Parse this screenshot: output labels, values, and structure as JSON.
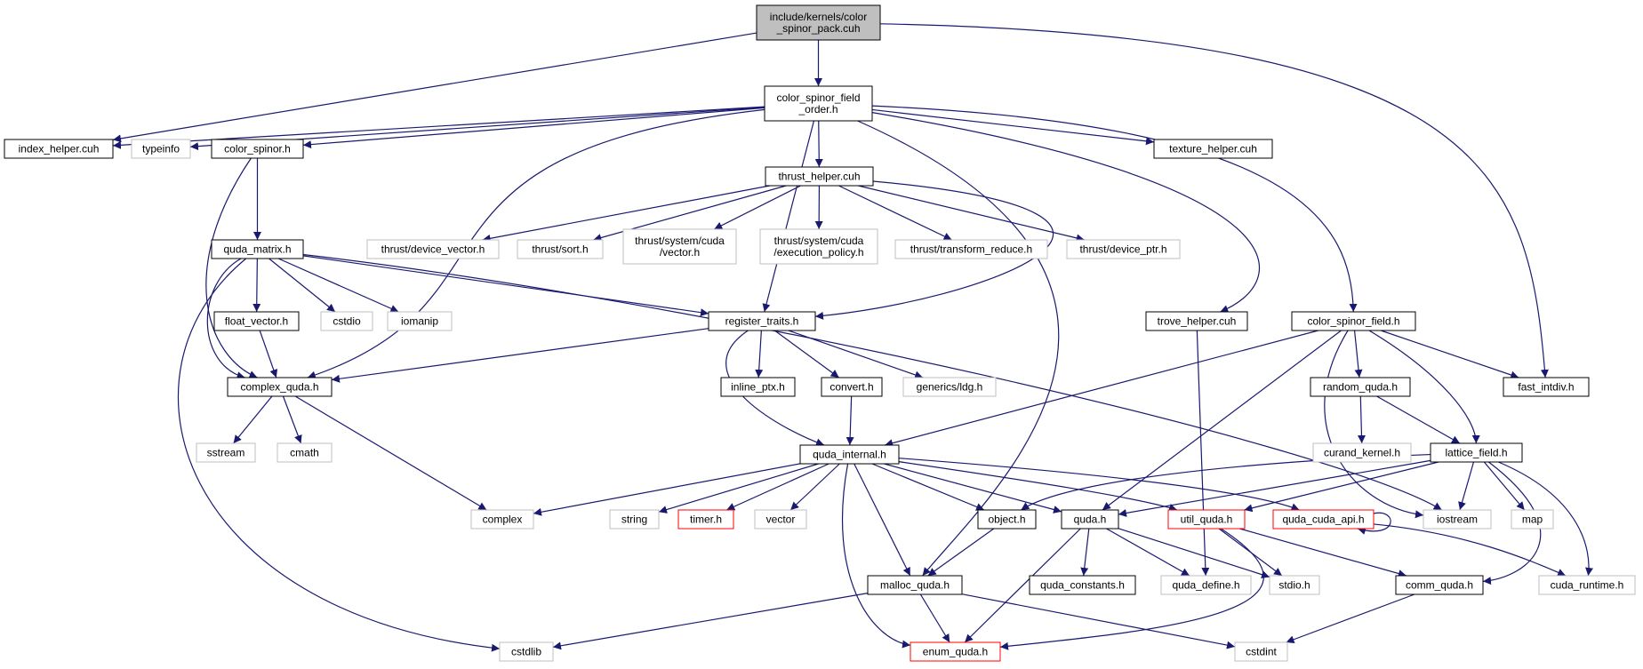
{
  "graph": {
    "colors": {
      "edge": "#191970",
      "border_normal": "#000000",
      "border_external": "#bfbfbf",
      "border_truncated": "#ff0000",
      "fill_root": "#bfbfbf",
      "fill_default": "#ffffff"
    },
    "nodes": [
      {
        "id": "root",
        "lines": [
          "include/kernels/color",
          "_spinor_pack.cuh"
        ],
        "kind": "root"
      },
      {
        "id": "csfo",
        "lines": [
          "color_spinor_field",
          "_order.h"
        ],
        "kind": "normal"
      },
      {
        "id": "index_helper",
        "lines": [
          "index_helper.cuh"
        ],
        "kind": "normal"
      },
      {
        "id": "typeinfo",
        "lines": [
          "typeinfo"
        ],
        "kind": "external"
      },
      {
        "id": "color_spinor",
        "lines": [
          "color_spinor.h"
        ],
        "kind": "normal"
      },
      {
        "id": "thrust_helper",
        "lines": [
          "thrust_helper.cuh"
        ],
        "kind": "normal"
      },
      {
        "id": "texture_helper",
        "lines": [
          "texture_helper.cuh"
        ],
        "kind": "normal"
      },
      {
        "id": "quda_matrix",
        "lines": [
          "quda_matrix.h"
        ],
        "kind": "normal"
      },
      {
        "id": "t_devvec",
        "lines": [
          "thrust/device_vector.h"
        ],
        "kind": "external"
      },
      {
        "id": "t_sort",
        "lines": [
          "thrust/sort.h"
        ],
        "kind": "external"
      },
      {
        "id": "t_cudavec",
        "lines": [
          "thrust/system/cuda",
          "/vector.h"
        ],
        "kind": "external"
      },
      {
        "id": "t_exec",
        "lines": [
          "thrust/system/cuda",
          "/execution_policy.h"
        ],
        "kind": "external"
      },
      {
        "id": "t_transform",
        "lines": [
          "thrust/transform_reduce.h"
        ],
        "kind": "external"
      },
      {
        "id": "t_devptr",
        "lines": [
          "thrust/device_ptr.h"
        ],
        "kind": "external"
      },
      {
        "id": "float_vector",
        "lines": [
          "float_vector.h"
        ],
        "kind": "normal"
      },
      {
        "id": "cstdio",
        "lines": [
          "cstdio"
        ],
        "kind": "external"
      },
      {
        "id": "iomanip",
        "lines": [
          "iomanip"
        ],
        "kind": "external"
      },
      {
        "id": "register_traits",
        "lines": [
          "register_traits.h"
        ],
        "kind": "normal"
      },
      {
        "id": "trove_helper",
        "lines": [
          "trove_helper.cuh"
        ],
        "kind": "normal"
      },
      {
        "id": "color_spinor_field",
        "lines": [
          "color_spinor_field.h"
        ],
        "kind": "normal"
      },
      {
        "id": "complex_quda",
        "lines": [
          "complex_quda.h"
        ],
        "kind": "normal"
      },
      {
        "id": "inline_ptx",
        "lines": [
          "inline_ptx.h"
        ],
        "kind": "normal"
      },
      {
        "id": "convert",
        "lines": [
          "convert.h"
        ],
        "kind": "normal"
      },
      {
        "id": "generics_ldg",
        "lines": [
          "generics/ldg.h"
        ],
        "kind": "external"
      },
      {
        "id": "random_quda",
        "lines": [
          "random_quda.h"
        ],
        "kind": "normal"
      },
      {
        "id": "fast_intdiv",
        "lines": [
          "fast_intdiv.h"
        ],
        "kind": "normal"
      },
      {
        "id": "sstream",
        "lines": [
          "sstream"
        ],
        "kind": "external"
      },
      {
        "id": "cmath",
        "lines": [
          "cmath"
        ],
        "kind": "external"
      },
      {
        "id": "quda_internal",
        "lines": [
          "quda_internal.h"
        ],
        "kind": "normal"
      },
      {
        "id": "curand_kernel",
        "lines": [
          "curand_kernel.h"
        ],
        "kind": "external"
      },
      {
        "id": "lattice_field",
        "lines": [
          "lattice_field.h"
        ],
        "kind": "normal"
      },
      {
        "id": "complex",
        "lines": [
          "complex"
        ],
        "kind": "external"
      },
      {
        "id": "string",
        "lines": [
          "string"
        ],
        "kind": "external"
      },
      {
        "id": "timer",
        "lines": [
          "timer.h"
        ],
        "kind": "truncated"
      },
      {
        "id": "vector",
        "lines": [
          "vector"
        ],
        "kind": "external"
      },
      {
        "id": "object",
        "lines": [
          "object.h"
        ],
        "kind": "normal"
      },
      {
        "id": "quda",
        "lines": [
          "quda.h"
        ],
        "kind": "normal"
      },
      {
        "id": "util_quda",
        "lines": [
          "util_quda.h"
        ],
        "kind": "truncated"
      },
      {
        "id": "quda_cuda_api",
        "lines": [
          "quda_cuda_api.h"
        ],
        "kind": "truncated"
      },
      {
        "id": "iostream",
        "lines": [
          "iostream"
        ],
        "kind": "external"
      },
      {
        "id": "map",
        "lines": [
          "map"
        ],
        "kind": "external"
      },
      {
        "id": "malloc_quda",
        "lines": [
          "malloc_quda.h"
        ],
        "kind": "normal"
      },
      {
        "id": "quda_constants",
        "lines": [
          "quda_constants.h"
        ],
        "kind": "normal"
      },
      {
        "id": "quda_define",
        "lines": [
          "quda_define.h"
        ],
        "kind": "external"
      },
      {
        "id": "stdio",
        "lines": [
          "stdio.h"
        ],
        "kind": "external"
      },
      {
        "id": "comm_quda",
        "lines": [
          "comm_quda.h"
        ],
        "kind": "normal"
      },
      {
        "id": "cuda_runtime",
        "lines": [
          "cuda_runtime.h"
        ],
        "kind": "external"
      },
      {
        "id": "cstdlib",
        "lines": [
          "cstdlib"
        ],
        "kind": "external"
      },
      {
        "id": "enum_quda",
        "lines": [
          "enum_quda.h"
        ],
        "kind": "truncated"
      },
      {
        "id": "cstdint",
        "lines": [
          "cstdint"
        ],
        "kind": "external"
      }
    ],
    "edges": [
      [
        "root",
        "csfo"
      ],
      [
        "root",
        "index_helper"
      ],
      [
        "root",
        "fast_intdiv"
      ],
      [
        "csfo",
        "index_helper"
      ],
      [
        "csfo",
        "typeinfo"
      ],
      [
        "csfo",
        "color_spinor"
      ],
      [
        "csfo",
        "thrust_helper"
      ],
      [
        "csfo",
        "texture_helper"
      ],
      [
        "csfo",
        "complex_quda"
      ],
      [
        "csfo",
        "register_traits"
      ],
      [
        "csfo",
        "malloc_quda"
      ],
      [
        "csfo",
        "trove_helper"
      ],
      [
        "csfo",
        "color_spinor_field"
      ],
      [
        "color_spinor",
        "quda_matrix"
      ],
      [
        "color_spinor",
        "complex_quda"
      ],
      [
        "thrust_helper",
        "t_devvec"
      ],
      [
        "thrust_helper",
        "t_sort"
      ],
      [
        "thrust_helper",
        "t_cudavec"
      ],
      [
        "thrust_helper",
        "t_exec"
      ],
      [
        "thrust_helper",
        "t_transform"
      ],
      [
        "thrust_helper",
        "t_devptr"
      ],
      [
        "thrust_helper",
        "register_traits"
      ],
      [
        "quda_matrix",
        "float_vector"
      ],
      [
        "quda_matrix",
        "cstdio"
      ],
      [
        "quda_matrix",
        "iomanip"
      ],
      [
        "quda_matrix",
        "register_traits"
      ],
      [
        "quda_matrix",
        "complex_quda"
      ],
      [
        "quda_matrix",
        "cstdlib"
      ],
      [
        "quda_matrix",
        "iostream"
      ],
      [
        "float_vector",
        "complex_quda"
      ],
      [
        "register_traits",
        "complex_quda"
      ],
      [
        "register_traits",
        "inline_ptx"
      ],
      [
        "register_traits",
        "convert"
      ],
      [
        "register_traits",
        "generics_ldg"
      ],
      [
        "register_traits",
        "quda_internal"
      ],
      [
        "convert",
        "quda_internal"
      ],
      [
        "trove_helper",
        "quda_define"
      ],
      [
        "color_spinor_field",
        "quda_internal"
      ],
      [
        "color_spinor_field",
        "quda"
      ],
      [
        "color_spinor_field",
        "random_quda"
      ],
      [
        "color_spinor_field",
        "lattice_field"
      ],
      [
        "color_spinor_field",
        "fast_intdiv"
      ],
      [
        "color_spinor_field",
        "iostream"
      ],
      [
        "complex_quda",
        "sstream"
      ],
      [
        "complex_quda",
        "cmath"
      ],
      [
        "complex_quda",
        "complex"
      ],
      [
        "random_quda",
        "curand_kernel"
      ],
      [
        "random_quda",
        "lattice_field"
      ],
      [
        "quda_internal",
        "complex"
      ],
      [
        "quda_internal",
        "string"
      ],
      [
        "quda_internal",
        "timer"
      ],
      [
        "quda_internal",
        "vector"
      ],
      [
        "quda_internal",
        "object"
      ],
      [
        "quda_internal",
        "quda"
      ],
      [
        "quda_internal",
        "util_quda"
      ],
      [
        "quda_internal",
        "quda_cuda_api"
      ],
      [
        "quda_internal",
        "malloc_quda"
      ],
      [
        "quda_internal",
        "enum_quda"
      ],
      [
        "lattice_field",
        "object"
      ],
      [
        "lattice_field",
        "quda"
      ],
      [
        "lattice_field",
        "util_quda"
      ],
      [
        "lattice_field",
        "iostream"
      ],
      [
        "lattice_field",
        "map"
      ],
      [
        "lattice_field",
        "comm_quda"
      ],
      [
        "lattice_field",
        "cuda_runtime"
      ],
      [
        "object",
        "malloc_quda"
      ],
      [
        "quda",
        "quda_constants"
      ],
      [
        "quda",
        "quda_define"
      ],
      [
        "quda",
        "stdio"
      ],
      [
        "quda",
        "enum_quda"
      ],
      [
        "util_quda",
        "stdio"
      ],
      [
        "util_quda",
        "comm_quda"
      ],
      [
        "util_quda",
        "enum_quda"
      ],
      [
        "quda_cuda_api",
        "quda_cuda_api"
      ],
      [
        "quda_cuda_api",
        "cuda_runtime"
      ],
      [
        "malloc_quda",
        "cstdlib"
      ],
      [
        "malloc_quda",
        "enum_quda"
      ],
      [
        "malloc_quda",
        "cstdint"
      ],
      [
        "comm_quda",
        "cstdint"
      ]
    ]
  }
}
